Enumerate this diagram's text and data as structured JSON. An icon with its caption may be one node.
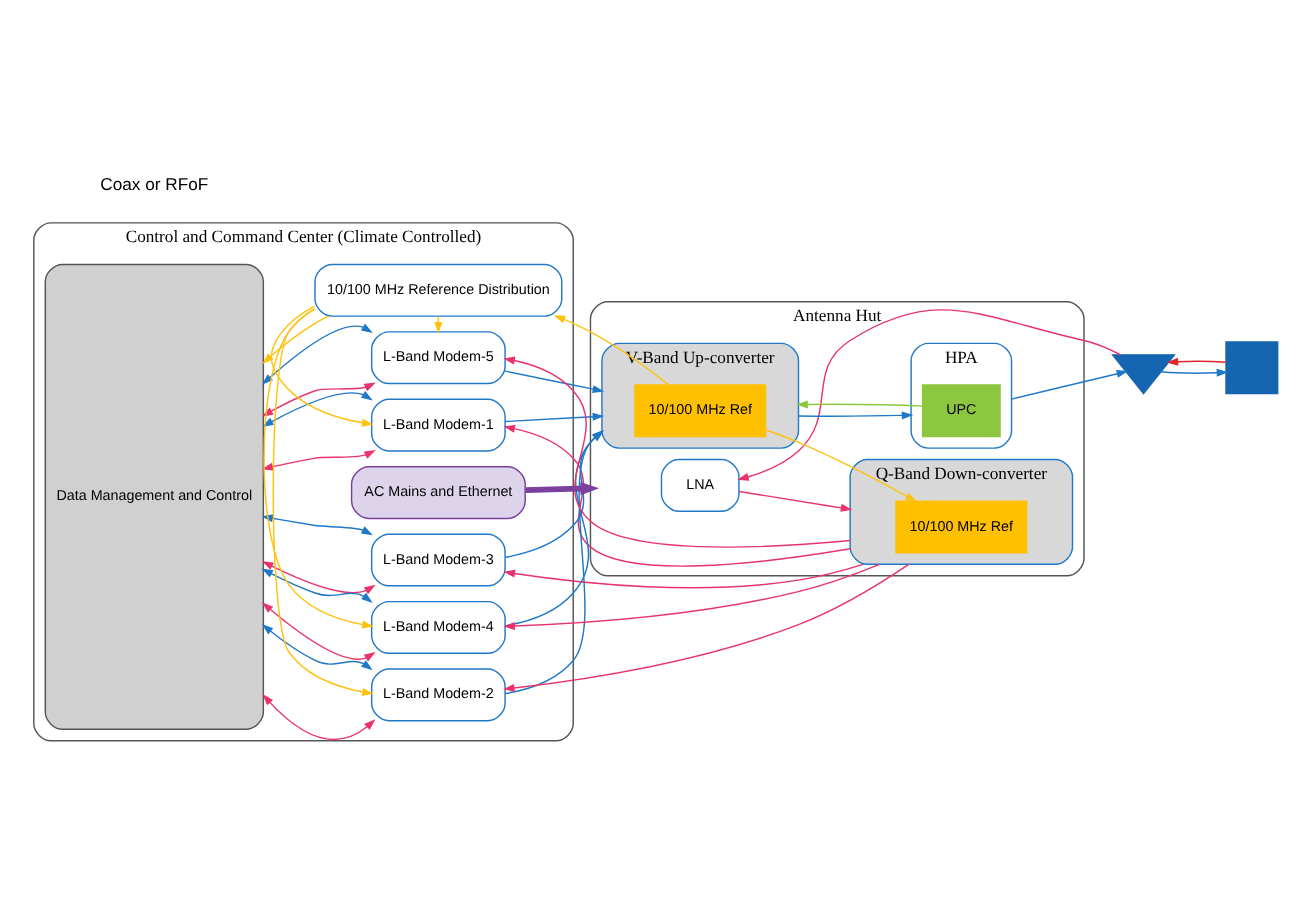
{
  "diagram": {
    "nodes": [
      {
        "text": [
          "Control and Command Center (Climate Controlled)"
        ]
      },
      {
        "text": [
          "Data Management and Control"
        ],
        "in": 0
      },
      {
        "text": [
          "10/100 MHz Reference Distribution"
        ],
        "in": 0
      },
      {
        "text": [
          "L-Band Modem-1"
        ],
        "in": 0
      },
      {
        "text": [
          "L-Band Modem-2"
        ],
        "in": 0
      },
      {
        "text": [
          "L-Band Modem-3"
        ],
        "in": 0
      },
      {
        "text": [
          "L-Band Modem-4"
        ],
        "in": 0
      },
      {
        "text": [
          "L-Band Modem-5"
        ],
        "in": 0
      },
      {
        "text": [
          "AC Mains and Ethernet"
        ],
        "in": 0
      },
      {
        "text": [
          "Antenna Hut"
        ]
      },
      {
        "text": [
          "LNA"
        ],
        "in": 9
      },
      {
        "text": [
          "V-Band Up-converter"
        ],
        "in": 9
      },
      {
        "text": [
          "10/100 MHz Ref"
        ],
        "in": 11
      },
      {
        "text": [
          "HPA"
        ],
        "in": 9
      },
      {
        "text": [
          "UPC"
        ],
        "in": 13
      },
      {
        "text": [
          "Q-Band Down-converter"
        ],
        "in": 9
      },
      {
        "text": [
          "10/100 MHz Ref"
        ],
        "in": 15
      },
      {
        "text": [],
        "shape": "dish"
      },
      {
        "text": [],
        "shape": "satellite"
      }
    ],
    "edges": [
      {
        "from": 2,
        "to": 1,
        "arrow": "to",
        "color": "#ffc20e"
      },
      {
        "from": 1,
        "to": 3,
        "arrow": "both"
      },
      {
        "from": 1,
        "to": 3,
        "arrow": "both",
        "color": "#e8336b"
      },
      {
        "from": 1,
        "to": 4,
        "arrow": "both"
      },
      {
        "from": 1,
        "to": 4,
        "arrow": "both",
        "color": "#e8336b"
      },
      {
        "from": 1,
        "to": 5,
        "arrow": "both"
      },
      {
        "from": 1,
        "to": 5,
        "arrow": "both",
        "color": "#e8336b"
      },
      {
        "from": 1,
        "to": 6,
        "arrow": "both"
      },
      {
        "from": 1,
        "to": 6,
        "arrow": "both",
        "color": "#e8336b"
      },
      {
        "from": 1,
        "to": 7,
        "arrow": "both"
      },
      {
        "from": 1,
        "to": 7,
        "arrow": "both",
        "color": "#e8336b"
      },
      {
        "from": 3,
        "to": 11,
        "arrow": "to"
      },
      {
        "from": 4,
        "to": 11,
        "arrow": "to"
      },
      {
        "from": 5,
        "to": 11,
        "arrow": "to"
      },
      {
        "from": 6,
        "to": 11,
        "arrow": "to"
      },
      {
        "from": 7,
        "to": 11,
        "arrow": "to"
      },
      {
        "from": 15,
        "to": 3,
        "arrow": "to",
        "color": "#e8336b"
      },
      {
        "from": 15,
        "to": 4,
        "arrow": "to",
        "color": "#e8336b"
      },
      {
        "from": 15,
        "to": 5,
        "arrow": "to",
        "color": "#e8336b"
      },
      {
        "from": 15,
        "to": 6,
        "arrow": "to",
        "color": "#e8336b"
      },
      {
        "from": 15,
        "to": 7,
        "arrow": "to",
        "color": "#e8336b"
      },
      {
        "from": 12,
        "to": 2,
        "arrow": "to",
        "color": "#ffc20e"
      },
      {
        "from": 2,
        "to": 3,
        "arrow": "to",
        "color": "#ffc20e"
      },
      {
        "from": 2,
        "to": 4,
        "arrow": "to",
        "color": "#ffc20e"
      },
      {
        "from": 2,
        "to": 6,
        "arrow": "to",
        "color": "#ffc20e"
      },
      {
        "from": 2,
        "to": 7,
        "arrow": "to",
        "color": "#ffc20e"
      },
      {
        "from": 12,
        "to": 16,
        "arrow": "to",
        "color": "#ffc20e"
      },
      {
        "from": 11,
        "to": 13,
        "arrow": "to"
      },
      {
        "from": 14,
        "to": 11,
        "arrow": "to",
        "color": "#8dc63f"
      },
      {
        "from": 13,
        "to": 17,
        "arrow": "to"
      },
      {
        "from": 17,
        "to": 10,
        "arrow": "to",
        "color": "#e8336b"
      },
      {
        "from": 10,
        "to": 15,
        "arrow": "to",
        "color": "#e8336b"
      },
      {
        "from": 17,
        "to": 18,
        "arrow": "to"
      },
      {
        "from": 18,
        "to": 17,
        "arrow": "to",
        "color": "#e3262b"
      },
      {
        "from": 8,
        "to": 9,
        "arrow": "to",
        "style": "thick",
        "color": "#7b3f9e"
      }
    ],
    "labels": [
      "Coax or RFoF"
    ]
  }
}
